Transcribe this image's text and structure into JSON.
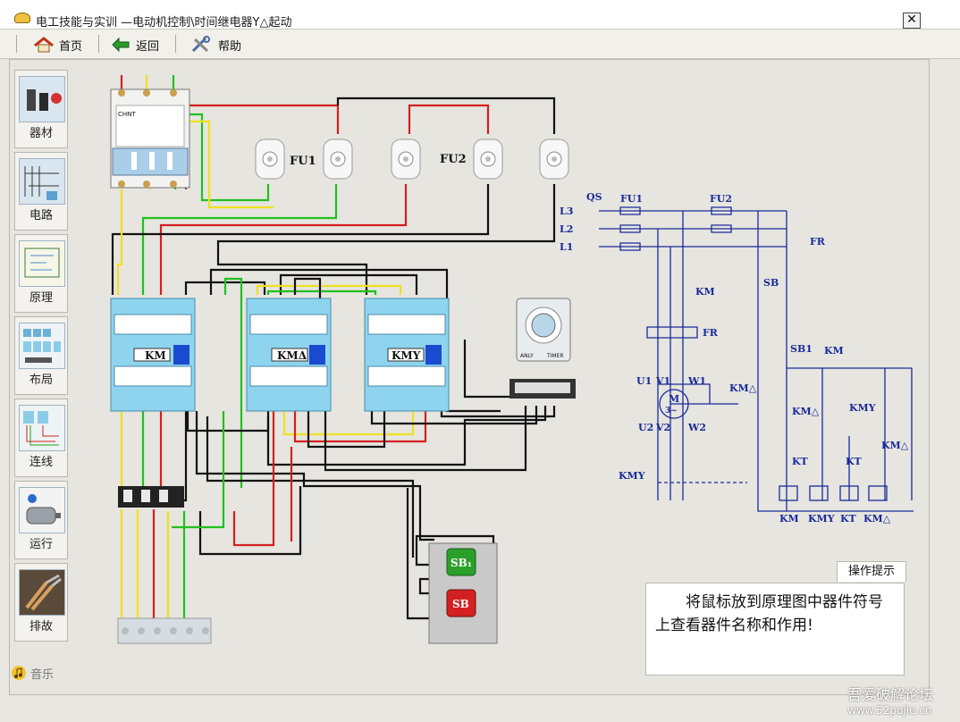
{
  "window": {
    "title": "电工技能与实训 —电动机控制\\时间继电器Y△起动",
    "close": "✕"
  },
  "toolbar": {
    "home": "首页",
    "back": "返回",
    "help": "帮助"
  },
  "sidebar": {
    "items": [
      "器材",
      "电路",
      "原理",
      "布局",
      "连线",
      "运行",
      "排故"
    ],
    "music": "音乐"
  },
  "wiring": {
    "breaker_brand": "CHNT",
    "fu1": "FU1",
    "fu2": "FU2",
    "contactors": [
      "KM",
      "KMΔ",
      "KMY"
    ],
    "timer": {
      "left": "ANLY",
      "right": "TIMER"
    },
    "sb1": "SB₁",
    "sb": "SB"
  },
  "schematic": {
    "qs": "QS",
    "fu1": "FU1",
    "fu2": "FU2",
    "fr_top": "FR",
    "l3": "L3",
    "l2": "L2",
    "l1": "L1",
    "km_main": "KM",
    "fr_heater": "FR",
    "u1": "U1",
    "v1": "V1",
    "w1": "W1",
    "u2": "U2",
    "v2": "V2",
    "w2": "W2",
    "motor": "M",
    "motor_sub": "3~",
    "kmd_main": "KM△",
    "kmy_main": "KMY",
    "sb": "SB",
    "sb1": "SB1",
    "km_hold": "KM",
    "kmd_nc": "KM△",
    "kmy_c": "KMY",
    "kmd_c": "KM△",
    "kt1": "KT",
    "kt2": "KT",
    "coil_km": "KM",
    "coil_kmy": "KMY",
    "coil_kt": "KT",
    "coil_kmd": "KM△"
  },
  "hint": {
    "tab": "操作提示",
    "text": "将鼠标放到原理图中器件符号上查看器件名称和作用!"
  },
  "watermark": {
    "line1": "吾爱破解论坛",
    "line2": "www.52pojie.cn"
  },
  "colors": {
    "wire_red": "#d42020",
    "wire_green": "#20c020",
    "wire_yellow": "#f0e020",
    "wire_black": "#111111",
    "schem_blue": "#1a2a9a",
    "contactor": "#8fd4ef"
  }
}
